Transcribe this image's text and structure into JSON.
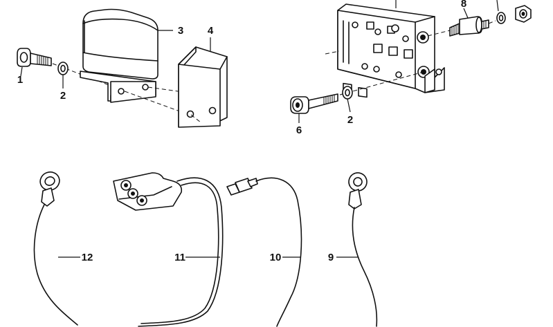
{
  "diagram": {
    "title": "",
    "callouts": {
      "c1": "1",
      "c2a": "2",
      "c3": "3",
      "c4": "4",
      "c2b": "2",
      "c6": "6",
      "c8": "8",
      "c12": "12",
      "c11": "11",
      "c10": "10",
      "c9": "9"
    }
  },
  "parts": [
    {
      "ref": "1",
      "name": "bolt"
    },
    {
      "ref": "2",
      "name": "washer"
    },
    {
      "ref": "3",
      "name": "relay"
    },
    {
      "ref": "4",
      "name": "bracket"
    },
    {
      "ref": "6",
      "name": "bolt"
    },
    {
      "ref": "8",
      "name": "stud"
    },
    {
      "ref": "9",
      "name": "ground-lead"
    },
    {
      "ref": "10",
      "name": "wire"
    },
    {
      "ref": "11",
      "name": "wiring-harness"
    },
    {
      "ref": "12",
      "name": "ground-lead"
    }
  ]
}
